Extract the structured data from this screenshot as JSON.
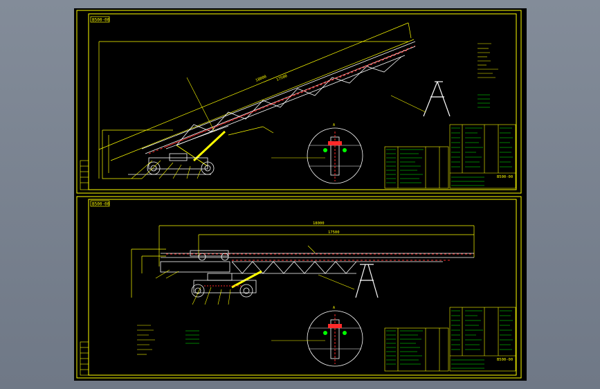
{
  "sheets": [
    {
      "title_tag": "B500-00",
      "drawing_no": "B500-00"
    },
    {
      "title_tag": "B500-00",
      "drawing_no": "B500-00"
    }
  ],
  "colors": {
    "background": "#000000",
    "viewport": "#7b8593",
    "frame": "#ffff00",
    "hidden": "#ff2a2a",
    "structure": "#ffffff",
    "table_text": "#00ff00"
  },
  "dimensions": {
    "incline_length": "18000",
    "incline_length_2": "17500",
    "flat_length": "18000",
    "flat_length_2": "17500"
  },
  "detail_labels": {
    "detail_1": "A",
    "detail_2": "A"
  }
}
